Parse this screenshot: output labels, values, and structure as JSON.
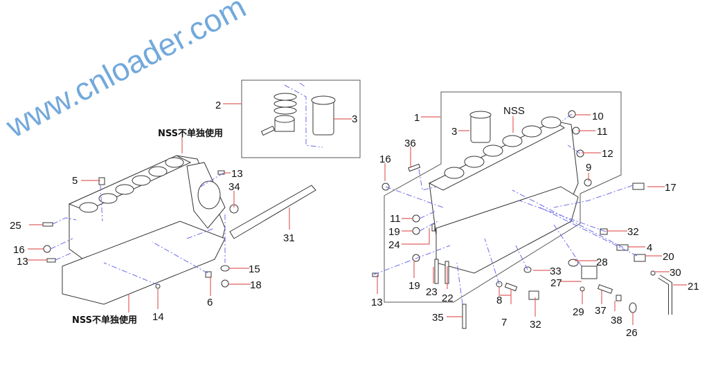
{
  "diagram": {
    "watermark": "www.cnloader.com",
    "notes": {
      "nss_cn_top": "NSS不单独使用",
      "nss_cn_bottom": "NSS不单独使用",
      "nss_right": "NSS"
    },
    "labels": [
      "2",
      "3",
      "13",
      "5",
      "34",
      "25",
      "31",
      "16",
      "13",
      "15",
      "18",
      "6",
      "14",
      "1",
      "3",
      "10",
      "11",
      "36",
      "12",
      "16",
      "9",
      "17",
      "11",
      "32",
      "19",
      "24",
      "4",
      "20",
      "28",
      "33",
      "27",
      "30",
      "19",
      "21",
      "23",
      "22",
      "13",
      "8",
      "29",
      "37",
      "7",
      "32",
      "38",
      "35",
      "26"
    ],
    "colors": {
      "leader": "#e06060",
      "dashed": "#6a6ae8",
      "watermark": "#5b9bd5"
    }
  }
}
